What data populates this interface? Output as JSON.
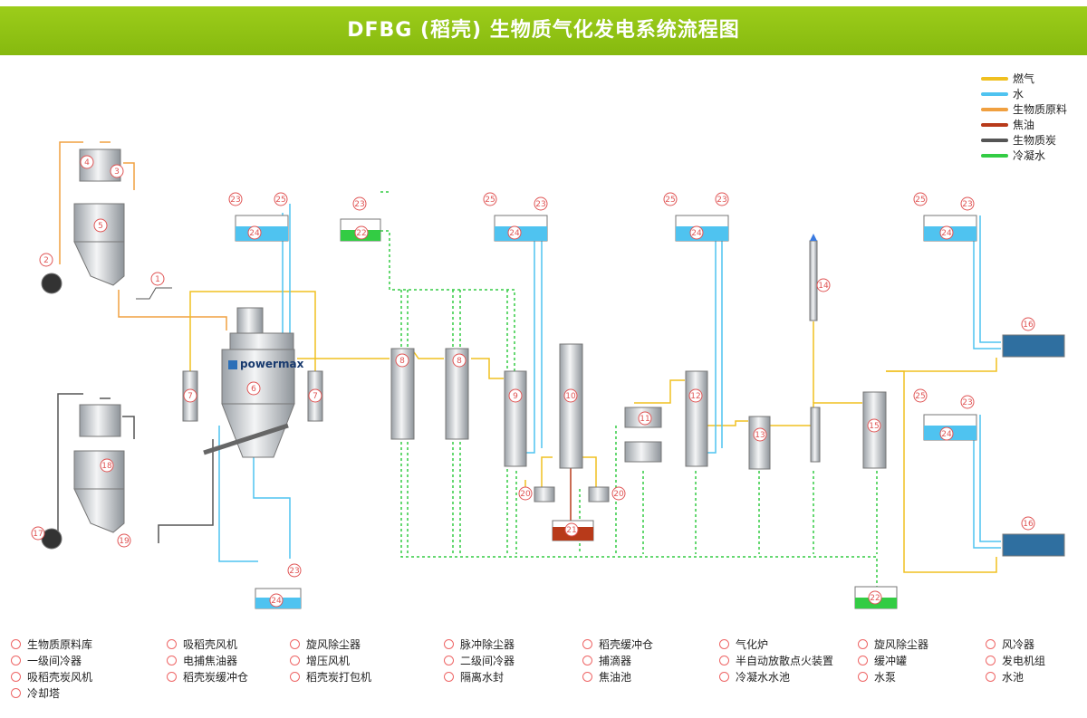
{
  "title": "DFBG (稻壳) 生物质气化发电系统流程图",
  "brand": "powermax",
  "colors": {
    "banner": "#8fc31f",
    "gas": "#f0c020",
    "water": "#4fc3f0",
    "feedstock": "#f0a040",
    "tar": "#b83a1a",
    "char": "#555555",
    "condensate": "#33cc44",
    "label_circle": "#e05555"
  },
  "legend": [
    {
      "label": "燃气",
      "color": "#f0c020"
    },
    {
      "label": "水",
      "color": "#4fc3f0"
    },
    {
      "label": "生物质原料",
      "color": "#f0a040"
    },
    {
      "label": "焦油",
      "color": "#b83a1a"
    },
    {
      "label": "生物质炭",
      "color": "#555555"
    },
    {
      "label": "冷凝水",
      "color": "#33cc44"
    }
  ],
  "parts": [
    {
      "label": "生物质原料库"
    },
    {
      "label": "吸稻壳风机"
    },
    {
      "label": "旋风除尘器"
    },
    {
      "label": "脉冲除尘器"
    },
    {
      "label": "稻壳缓冲仓"
    },
    {
      "label": "气化炉"
    },
    {
      "label": "旋风除尘器"
    },
    {
      "label": "风冷器"
    },
    {
      "label": "一级间冷器"
    },
    {
      "label": "电捕焦油器"
    },
    {
      "label": "增压风机"
    },
    {
      "label": "二级间冷器"
    },
    {
      "label": "捕滴器"
    },
    {
      "label": "半自动放散点火装置"
    },
    {
      "label": "缓冲罐"
    },
    {
      "label": "发电机组"
    },
    {
      "label": "吸稻壳炭风机"
    },
    {
      "label": "稻壳炭缓冲仓"
    },
    {
      "label": "稻壳炭打包机"
    },
    {
      "label": "隔离水封"
    },
    {
      "label": "焦油池"
    },
    {
      "label": "冷凝水水池"
    },
    {
      "label": "水泵"
    },
    {
      "label": "水池"
    },
    {
      "label": "冷却塔"
    }
  ],
  "diagram_labels": [
    "1",
    "2",
    "3",
    "4",
    "5",
    "6",
    "7",
    "8",
    "9",
    "10",
    "11",
    "12",
    "13",
    "14",
    "15",
    "16",
    "17",
    "18",
    "19",
    "20",
    "21",
    "22",
    "23",
    "24",
    "25"
  ]
}
